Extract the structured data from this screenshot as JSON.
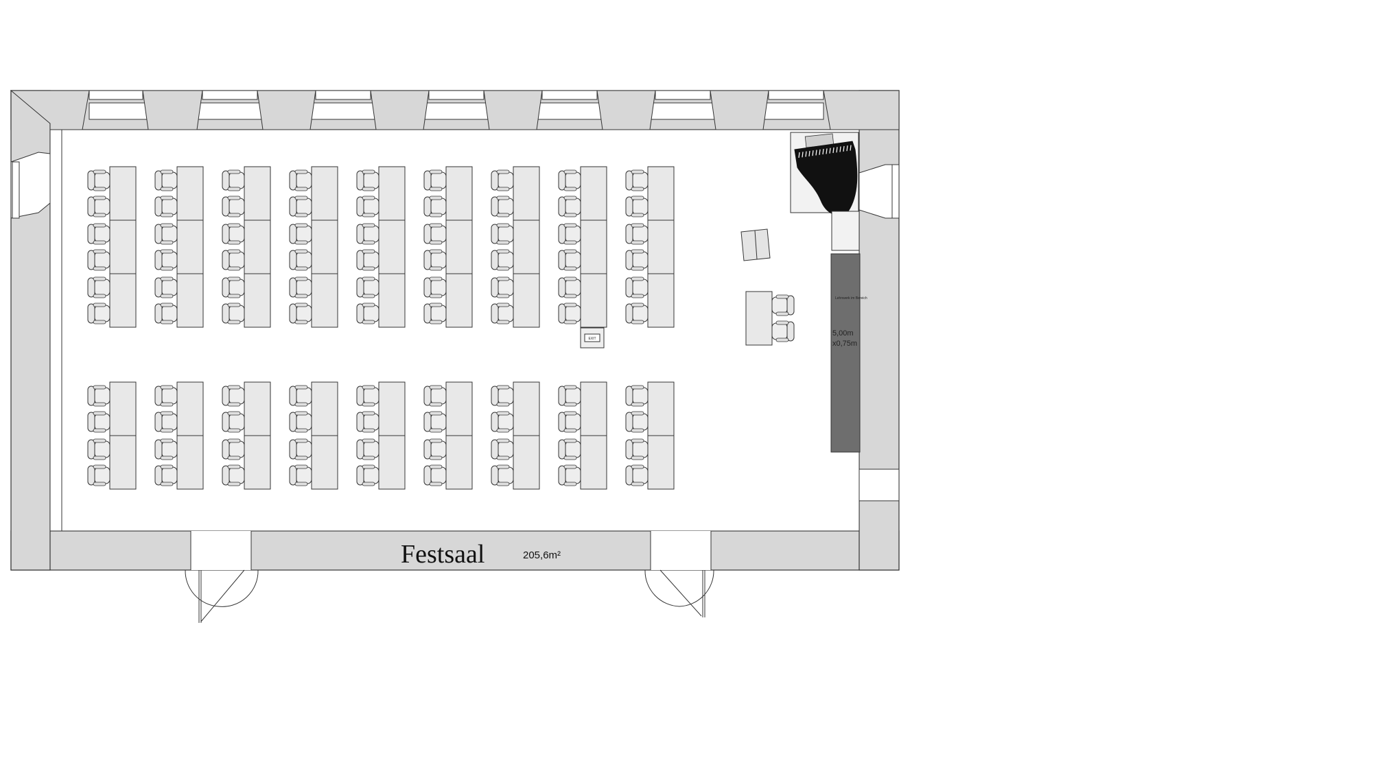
{
  "room": {
    "name": "Festsaal",
    "area": "205,6m²"
  },
  "stage": {
    "label": "Lehnwerk im Bereich",
    "size_line1": "5,00m",
    "size_line2": "x0,75m"
  },
  "sign": {
    "label": "EXIT"
  },
  "seating": {
    "table_columns": 9,
    "front_block_tables_per_column": 3,
    "back_block_tables_per_column": 2,
    "chairs_per_table": 2
  },
  "colors": {
    "wall": "#d7d7d7",
    "outline": "#333333",
    "stage": "#6e6e6e",
    "piano": "#111111",
    "furniture": "#e8e8e8"
  },
  "icons": [
    "grand-piano-icon",
    "door-swing-icon",
    "chair-icon",
    "table-icon",
    "window-icon"
  ]
}
